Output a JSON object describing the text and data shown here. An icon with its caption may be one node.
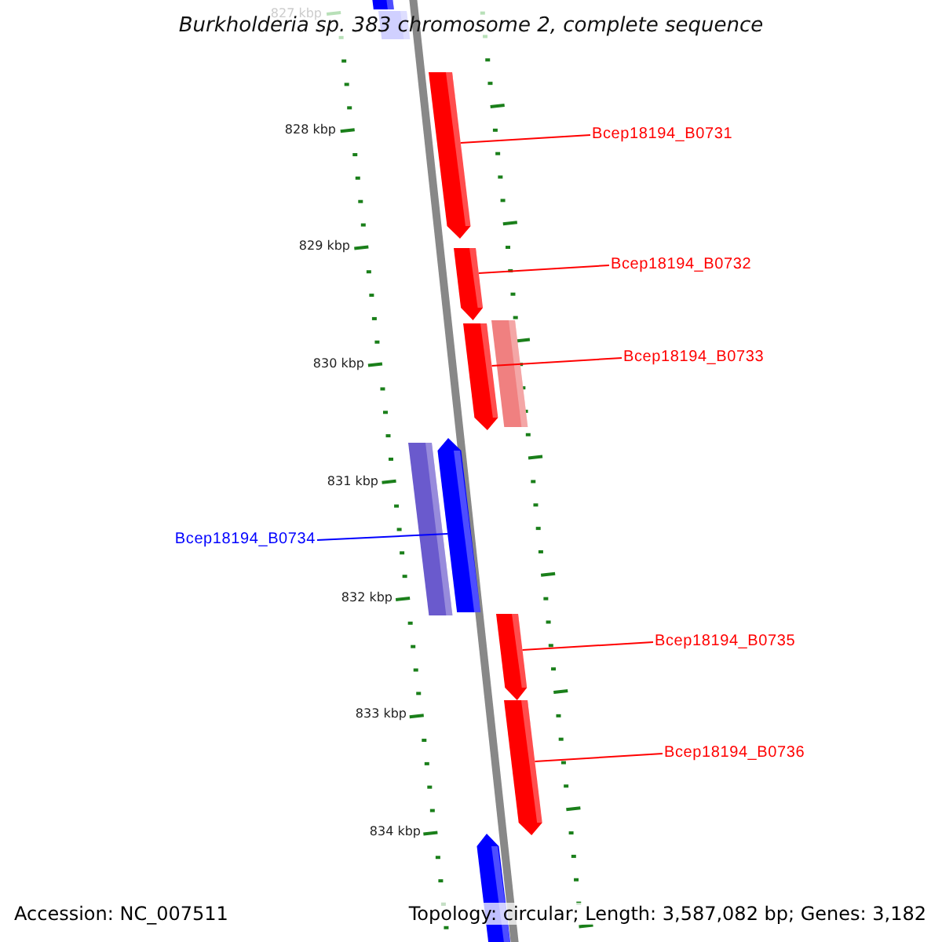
{
  "diagram": {
    "title": "Burkholderia sp. 383 chromosome 2, complete sequence",
    "nodes": [
      {
        "text": [
          "Bcep18194_B0731"
        ]
      },
      {
        "text": [
          "Bcep18194_B0732"
        ]
      },
      {
        "text": [
          "Bcep18194_B0733"
        ]
      },
      {
        "text": [
          "Bcep18194_B0734"
        ]
      },
      {
        "text": [
          "Bcep18194_B0735"
        ]
      },
      {
        "text": [
          "Bcep18194_B0736"
        ]
      },
      {
        "text": [],
        "shape": "bar"
      },
      {
        "text": [],
        "shape": "bar"
      },
      {
        "text": [],
        "shape": "bar"
      },
      {
        "text": [],
        "shape": "bar"
      },
      {
        "text": [],
        "shape": "bar"
      },
      {
        "text": [],
        "shape": "bar"
      },
      {
        "text": [],
        "shape": "bar"
      },
      {
        "text": [],
        "shape": "bar"
      },
      {
        "text": [],
        "shape": "bar"
      },
      {
        "text": [],
        "shape": "bar"
      },
      {
        "text": [],
        "shape": "bar"
      }
    ],
    "edges": [
      {
        "from": 0,
        "to": 8,
        "arrow": "none"
      },
      {
        "from": 1,
        "to": 9,
        "arrow": "none"
      },
      {
        "from": 2,
        "to": 11,
        "arrow": "none"
      },
      {
        "from": 3,
        "to": 13,
        "arrow": "none",
        "color": "#0000ff"
      },
      {
        "from": 4,
        "to": 14,
        "arrow": "none"
      },
      {
        "from": 5,
        "to": 15,
        "arrow": "none"
      }
    ],
    "labels": [
      "827 kbp",
      "828 kbp",
      "829 kbp",
      "830 kbp",
      "831 kbp",
      "832 kbp",
      "833 kbp",
      "834 kbp",
      "Accession: NC_007511",
      "Topology: circular; Length: 3,587,082 bp; Genes: 3,182"
    ]
  }
}
